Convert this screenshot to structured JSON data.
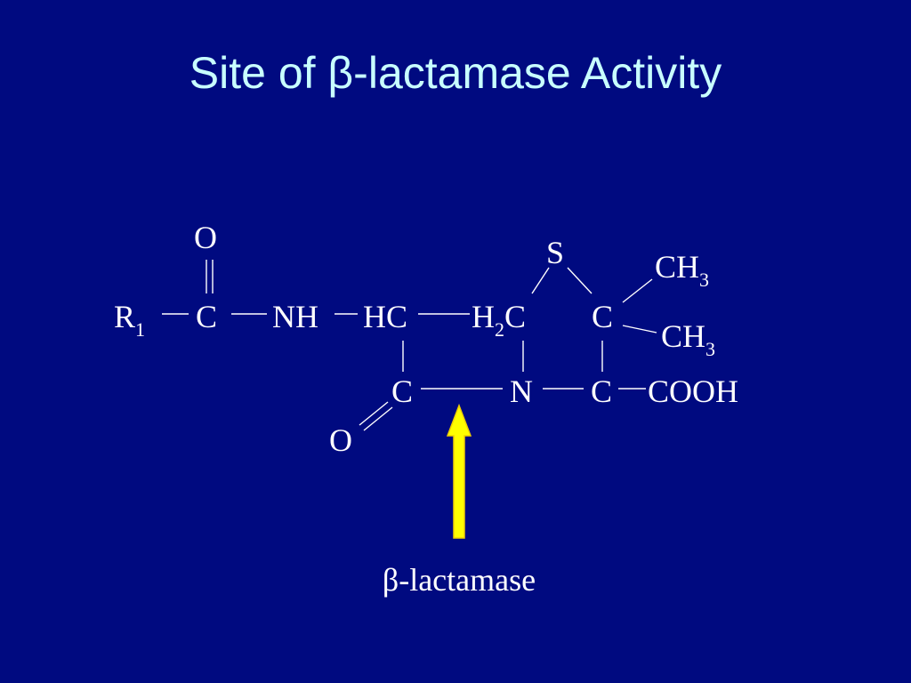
{
  "title": "Site of β-lactamase Activity",
  "molecule": {
    "atoms": {
      "o_top": "O",
      "r1": "R",
      "r1_sub": "1",
      "c_carbonyl": "C",
      "nh": "NH",
      "hc": "HC",
      "h2c_h": "H",
      "h2c_sub": "2",
      "h2c_c": "C",
      "s": "S",
      "c_quat": "C",
      "ch3_top": "CH",
      "ch3_top_sub": "3",
      "ch3_bottom": "CH",
      "ch3_bottom_sub": "3",
      "c_lactam": "C",
      "n": "N",
      "c_cooh": "C",
      "cooh": "COOH",
      "o_lactam": "O"
    }
  },
  "arrow_label": "β-lactamase",
  "colors": {
    "background": "#000a80",
    "title": "#c8ffff",
    "text": "#ffffff",
    "arrow_fill": "#ffff00",
    "arrow_stroke": "#f0d000"
  }
}
